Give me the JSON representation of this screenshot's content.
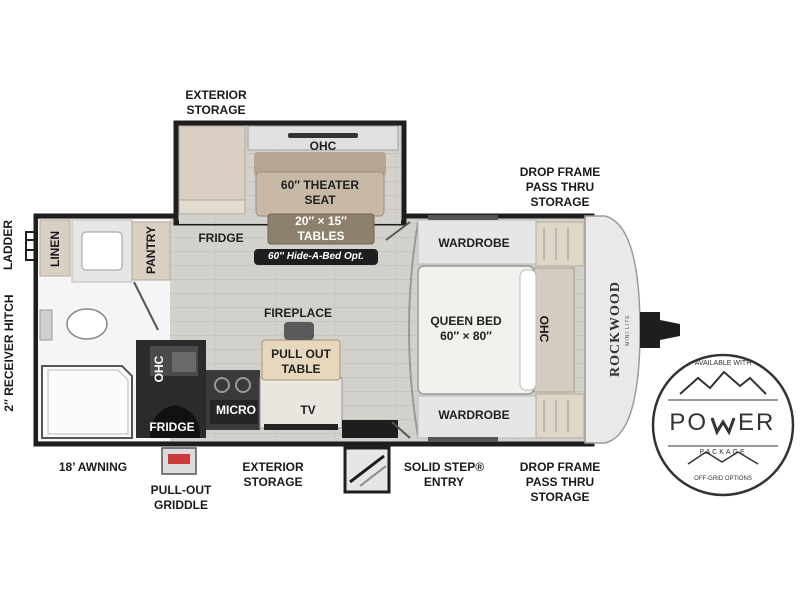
{
  "labels": {
    "exterior_storage_top": [
      "EXTERIOR",
      "STORAGE"
    ],
    "ohc_top": "OHC",
    "theater_seat": [
      "60″ THEATER",
      "SEAT"
    ],
    "tables": [
      "20″ × 15″",
      "TABLES"
    ],
    "hide_a_bed": "60″ Hide-A-Bed Opt.",
    "fridge_top": "FRIDGE",
    "drop_frame_top": [
      "DROP FRAME",
      "PASS THRU",
      "STORAGE"
    ],
    "wardrobe_top": "WARDROBE",
    "wardrobe_bottom": "WARDROBE",
    "ladder": "LADDER",
    "receiver_hitch": "2″ RECEIVER HITCH",
    "linen": "LINEN",
    "pantry": "PANTRY",
    "fireplace": "FIREPLACE",
    "pull_out_table": [
      "PULL OUT",
      "TABLE"
    ],
    "queen_bed": [
      "QUEEN BED",
      "60″ × 80″"
    ],
    "ohc_bed": "OHC",
    "ohc_kitchen": "OHC",
    "micro": "MICRO",
    "tv": "TV",
    "fridge_bottom": "FRIDGE",
    "awning": "18’ AWNING",
    "pull_out_griddle": [
      "PULL-OUT",
      "GRIDDLE"
    ],
    "exterior_storage_bottom": [
      "EXTERIOR",
      "STORAGE"
    ],
    "solid_step_entry": [
      "SOLID STEP®",
      "ENTRY"
    ],
    "drop_frame_bottom": [
      "DROP FRAME",
      "PASS THRU",
      "STORAGE"
    ],
    "brand_name": "ROCKWOOD",
    "brand_sub": "MINI LITE"
  },
  "logo": {
    "available_with": "AVAILABLE WITH",
    "word_left": "PO",
    "word_right": "ER",
    "package": "PACKAGE",
    "off_grid": "OFF-GRID OPTIONS"
  },
  "colors": {
    "floor": "#d3d2cd",
    "wall": "#1e1e1e",
    "cabinet": "#d9d0c3",
    "cushion": "#c2b4a1",
    "cap": "#e9e9e9"
  }
}
